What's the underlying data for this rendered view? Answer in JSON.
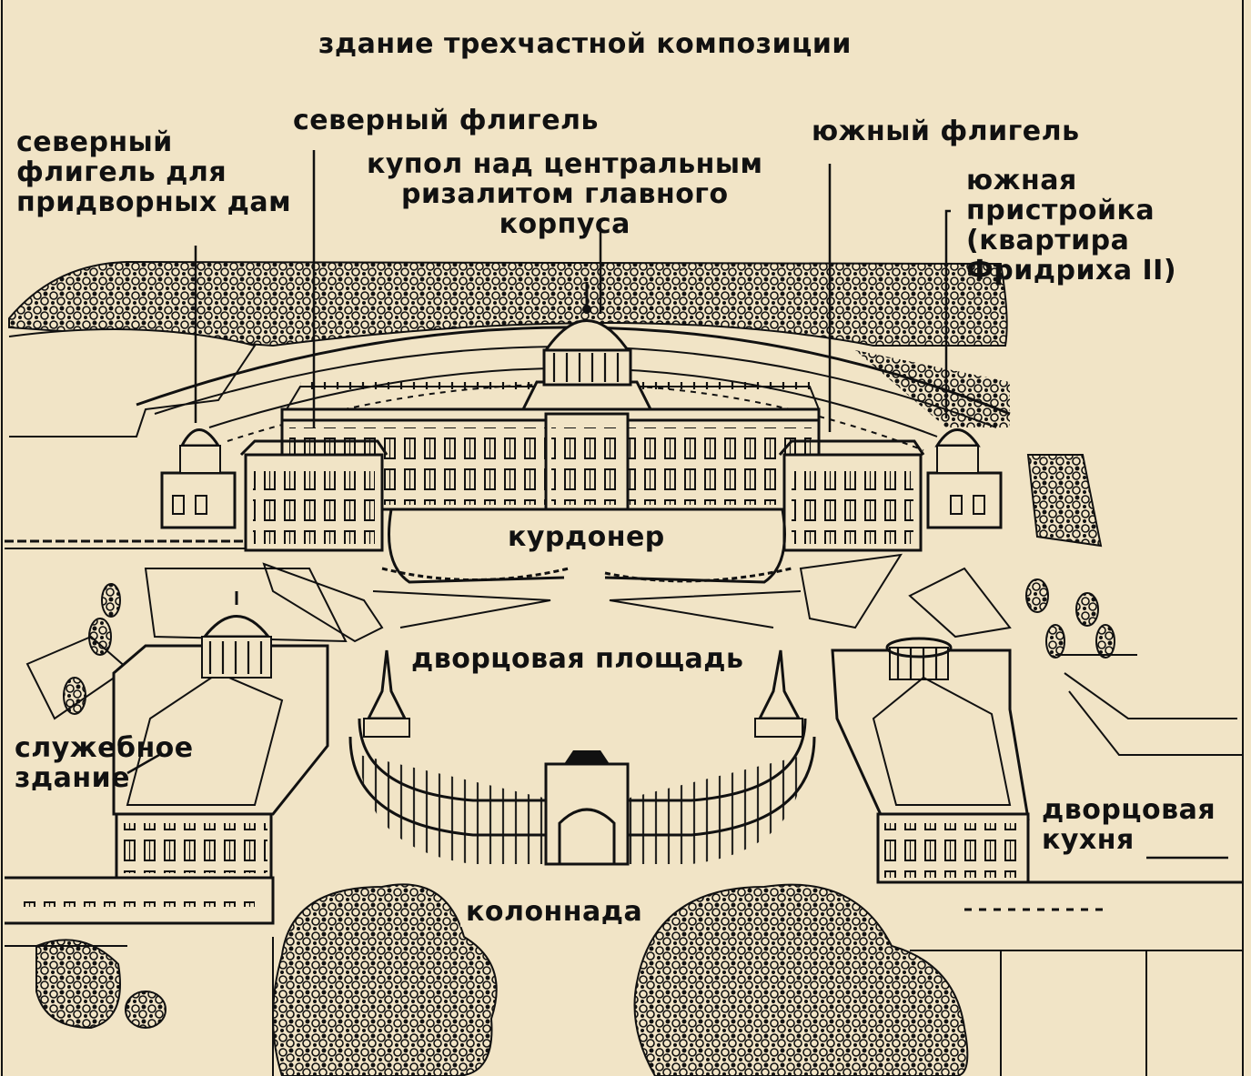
{
  "title": "здание трехчастной композиции",
  "labels": {
    "north_ladies_wing": [
      "северный",
      "флигель для",
      "придворных дам"
    ],
    "north_wing": "северный флигель",
    "dome": [
      "купол над центральным",
      "ризалитом главного",
      "корпуса"
    ],
    "south_wing": "южный флигель",
    "south_annex": [
      "южная",
      "пристройка",
      "(квартира",
      "Фридриха II)"
    ],
    "cour_d_honneur": "курдонер",
    "palace_square": "дворцовая площадь",
    "service_building": [
      "служебное",
      "здание"
    ],
    "palace_kitchen": [
      "дворцовая",
      "кухня"
    ],
    "colonnade": "колоннада"
  },
  "colors": {
    "paper": "#f1e4c6",
    "ink": "#111111"
  }
}
